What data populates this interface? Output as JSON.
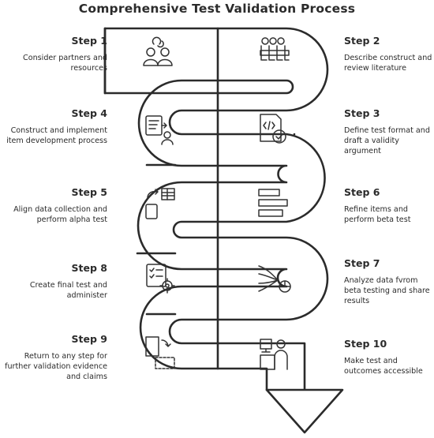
{
  "title": "Comprehensive Test Validation Process",
  "steps": [
    {
      "label": "Step 1",
      "desc": "Consider partners and resources",
      "icon": "partners-icon"
    },
    {
      "label": "Step 2",
      "desc": "Describe construct and review literature",
      "icon": "meeting-icon"
    },
    {
      "label": "Step 3",
      "desc": "Define test format and draft a validity argument",
      "icon": "document-check-icon"
    },
    {
      "label": "Step 4",
      "desc": "Construct and implement item development process",
      "icon": "checklist-person-icon"
    },
    {
      "label": "Step 5",
      "desc": "Align data collection and perform alpha test",
      "icon": "data-transfer-icon"
    },
    {
      "label": "Step 6",
      "desc": "Refine items and perform beta test",
      "icon": "list-bars-icon"
    },
    {
      "label": "Step 7",
      "desc": "Analyze data fvrom beta testing and share results",
      "icon": "analysis-icon"
    },
    {
      "label": "Step 8",
      "desc": "Create final test and administer",
      "icon": "checklist-gear-icon"
    },
    {
      "label": "Step 9",
      "desc": "Return to any step for further validation evidence and claims",
      "icon": "revisit-icon"
    },
    {
      "label": "Step 10",
      "desc": "Make test and outcomes accessible",
      "icon": "accessible-icon"
    }
  ]
}
